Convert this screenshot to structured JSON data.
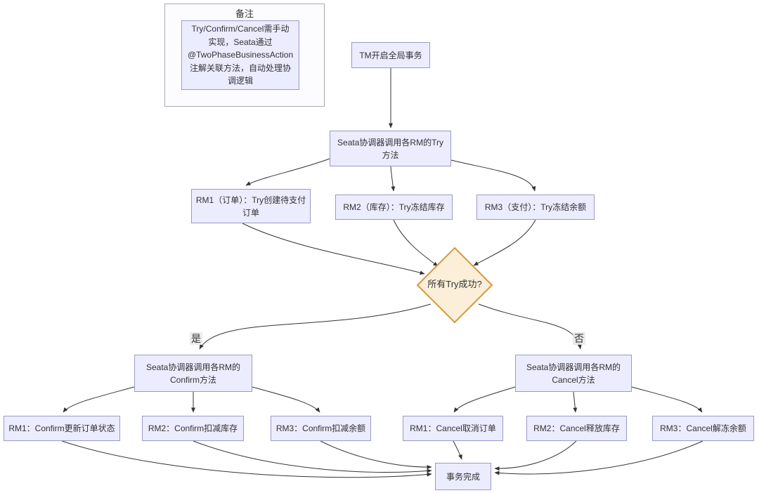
{
  "note": {
    "title": "备注",
    "body": "Try/Confirm/Cancel需手动实现，Seata通过@TwoPhaseBusinessAction注解关联方法，自动处理协调逻辑"
  },
  "nodes": {
    "tm": "TM开启全局事务",
    "try_coord": "Seata协调器调用各RM的Try方法",
    "rm1_try": "RM1（订单）：Try创建待支付订单",
    "rm2_try": "RM2（库存）：Try冻结库存",
    "rm3_try": "RM3（支付）：Try冻结余额",
    "decision": "所有Try成功?",
    "confirm_coord": "Seata协调器调用各RM的Confirm方法",
    "cancel_coord": "Seata协调器调用各RM的Cancel方法",
    "rm1_confirm": "RM1：Confirm更新订单状态",
    "rm2_confirm": "RM2：Confirm扣减库存",
    "rm3_confirm": "RM3：Confirm扣减余额",
    "rm1_cancel": "RM1：Cancel取消订单",
    "rm2_cancel": "RM2：Cancel释放库存",
    "rm3_cancel": "RM3：Cancel解冻余额",
    "done": "事务完成"
  },
  "edge_labels": {
    "yes": "是",
    "no": "否"
  },
  "colors": {
    "node_fill": "#ECECFF",
    "node_border": "#9999C9",
    "decision_fill": "#FBEFD9",
    "decision_border": "#D8973F",
    "edge": "#333333",
    "background": "#FFFFFF"
  }
}
